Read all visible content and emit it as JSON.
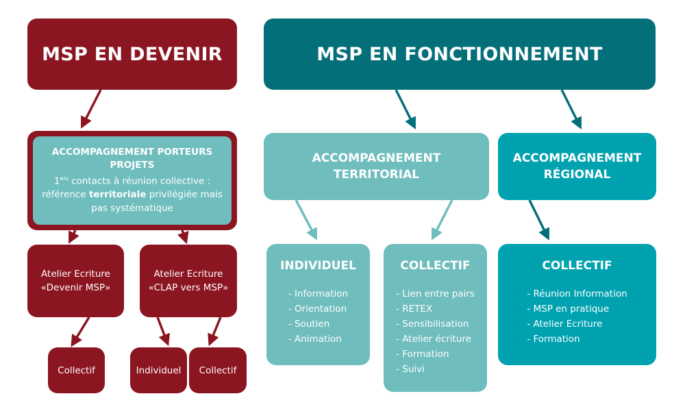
{
  "colors": {
    "dark_red": "#8b1520",
    "dark_teal": "#036f79",
    "light_teal": "#6fbdbd",
    "teal": "#00a2b0"
  },
  "msp_en_devenir": {
    "title": "MSP EN DEVENIR",
    "porteurs": {
      "title": "ACCOMPAGNEMENT PORTEURS PROJETS",
      "line1_sup": "1",
      "line1_ers": "ers",
      "line1_rest": " contacts à réunion collective :",
      "line2_pre": "référence ",
      "line2_bold": "territoriale",
      "line2_post": " privilégiée mais",
      "line3": "pas systématique"
    },
    "atelier_devenir": {
      "line1": "Atelier Ecriture",
      "line2": "«Devenir MSP»"
    },
    "atelier_clap": {
      "line1": "Atelier Ecriture",
      "line2": "«CLAP vers MSP»"
    },
    "leaf_collectif_1": "Collectif",
    "leaf_individuel": "Individuel",
    "leaf_collectif_2": "Collectif"
  },
  "msp_en_fonctionnement": {
    "title": "MSP EN FONCTIONNEMENT",
    "territorial": {
      "line1": "ACCOMPAGNEMENT",
      "line2": "TERRITORIAL"
    },
    "regional": {
      "line1": "ACCOMPAGNEMENT",
      "line2": "RÉGIONAL"
    },
    "individuel": {
      "title": "INDIVIDUEL",
      "items": [
        "- Information",
        "- Orientation",
        "- Soutien",
        "- Animation"
      ]
    },
    "collectif_territorial": {
      "title": "COLLECTIF",
      "items": [
        "- Lien entre pairs",
        "- RETEX",
        "- Sensibilisation",
        "- Atelier écriture",
        "- Formation",
        "- Suivi"
      ]
    },
    "collectif_regional": {
      "title": "COLLECTIF",
      "items": [
        "- Réunion Information",
        "- MSP en pratique",
        "- Atelier Ecriture",
        "- Formation"
      ]
    }
  }
}
